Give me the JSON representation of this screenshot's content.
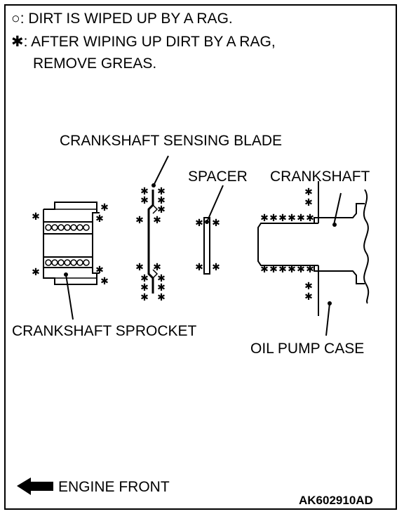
{
  "legend": {
    "circle_symbol": "○",
    "circle_text": ": DIRT IS WIPED UP BY A RAG.",
    "star_symbol": "✱",
    "star_text_line1": ": AFTER WIPING UP DIRT BY A RAG,",
    "star_text_line2": "REMOVE GREAS."
  },
  "labels": {
    "sensing_blade": "CRANKSHAFT SENSING BLADE",
    "spacer": "SPACER",
    "crankshaft": "CRANKSHAFT",
    "sprocket": "CRANKSHAFT SPROCKET",
    "oil_pump_case": "OIL PUMP CASE"
  },
  "footer": {
    "engine_front": "ENGINE FRONT",
    "figure_code": "AK602910AD"
  }
}
